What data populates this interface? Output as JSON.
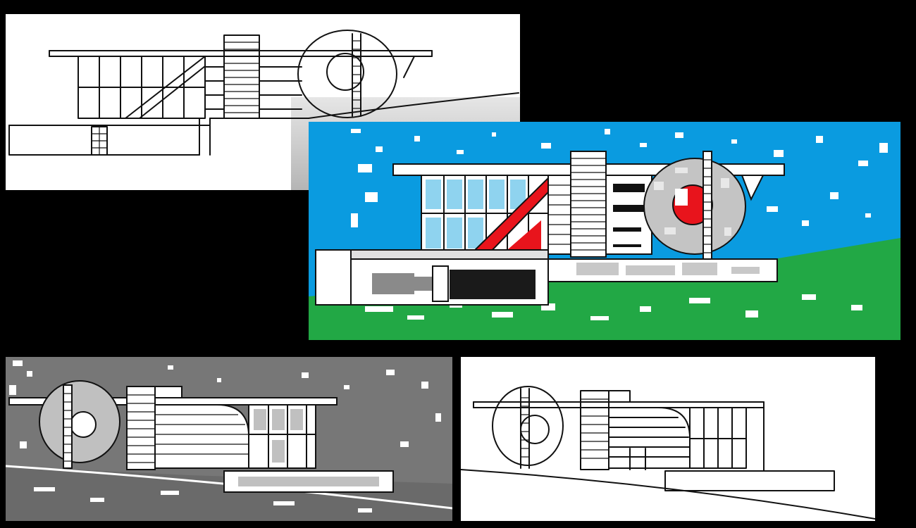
{
  "colors": {
    "background": "#000000",
    "sketch_paper": "#ffffff",
    "sky_blue": "#0a9be0",
    "ground_green": "#22a845",
    "accent_red": "#e8141c",
    "gray_panel": "#777777",
    "ring_gray": "#c0c0c0"
  },
  "panels": [
    {
      "id": "original-sketch",
      "style": "line-drawing",
      "orientation": "ring-right"
    },
    {
      "id": "colored-render",
      "style": "color-fill",
      "orientation": "ring-right"
    },
    {
      "id": "gray-render",
      "style": "grayscale-fill",
      "orientation": "ring-left"
    },
    {
      "id": "mirrored-sketch",
      "style": "line-drawing",
      "orientation": "ring-left"
    }
  ]
}
